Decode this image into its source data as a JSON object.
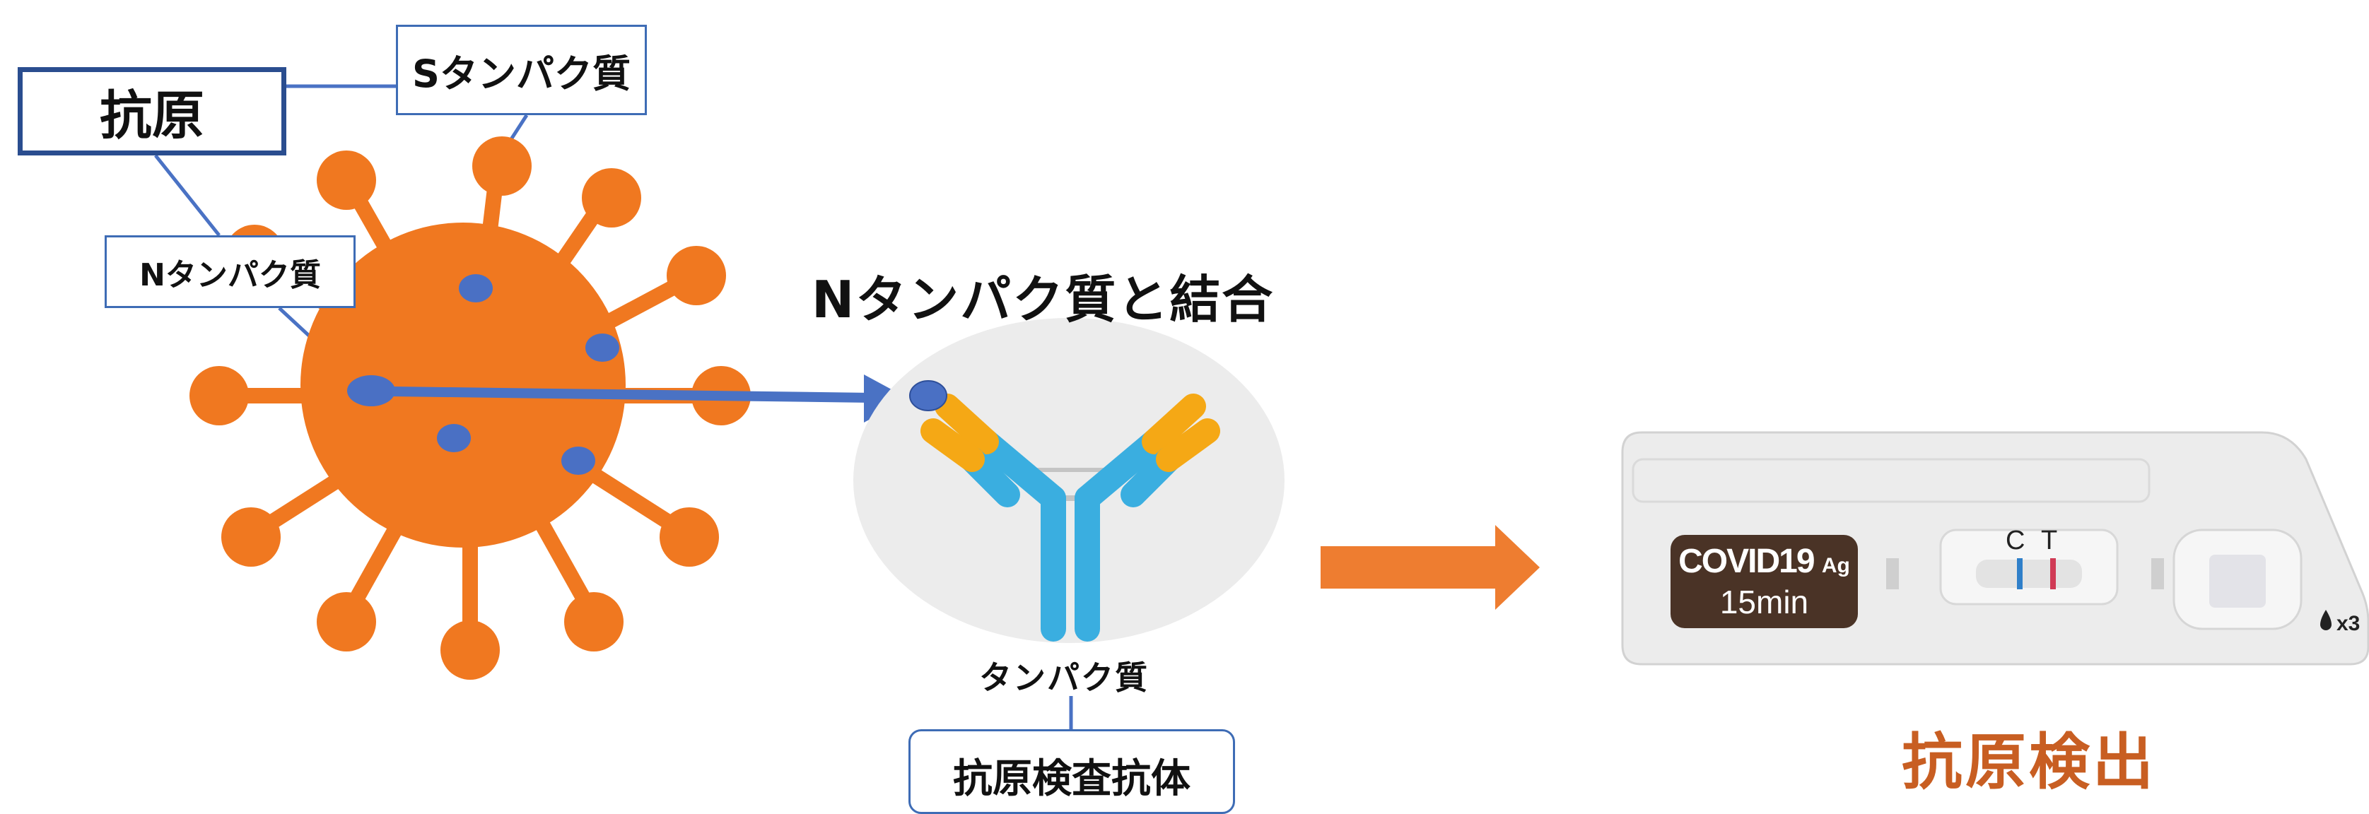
{
  "labels": {
    "antigen": "抗原",
    "s_protein": "Sタンパク質",
    "n_protein": "Nタンパク質",
    "binding": "Nタンパク質と結合",
    "protein": "タンパク質",
    "test_antibody": "抗原検査抗体",
    "detection": "抗原検出"
  },
  "test_kit": {
    "brand_main": "COVID19",
    "brand_sub": "Ag",
    "time": "15min",
    "control_mark": "C",
    "test_mark": "T",
    "drops": "x3"
  },
  "colors": {
    "virus": "#f07820",
    "virus_spot": "#4a70c4",
    "connector": "#4a72c4",
    "arrow_blue": "#4a72c4",
    "arrow_orange": "#ee7d30",
    "antibody_blue": "#3aaee0",
    "antibody_yellow": "#f5a815",
    "antibody_bg": "#ececec",
    "detection_text": "#c85e22",
    "control_line": "#2f7fc9",
    "test_line": "#d03a55"
  }
}
